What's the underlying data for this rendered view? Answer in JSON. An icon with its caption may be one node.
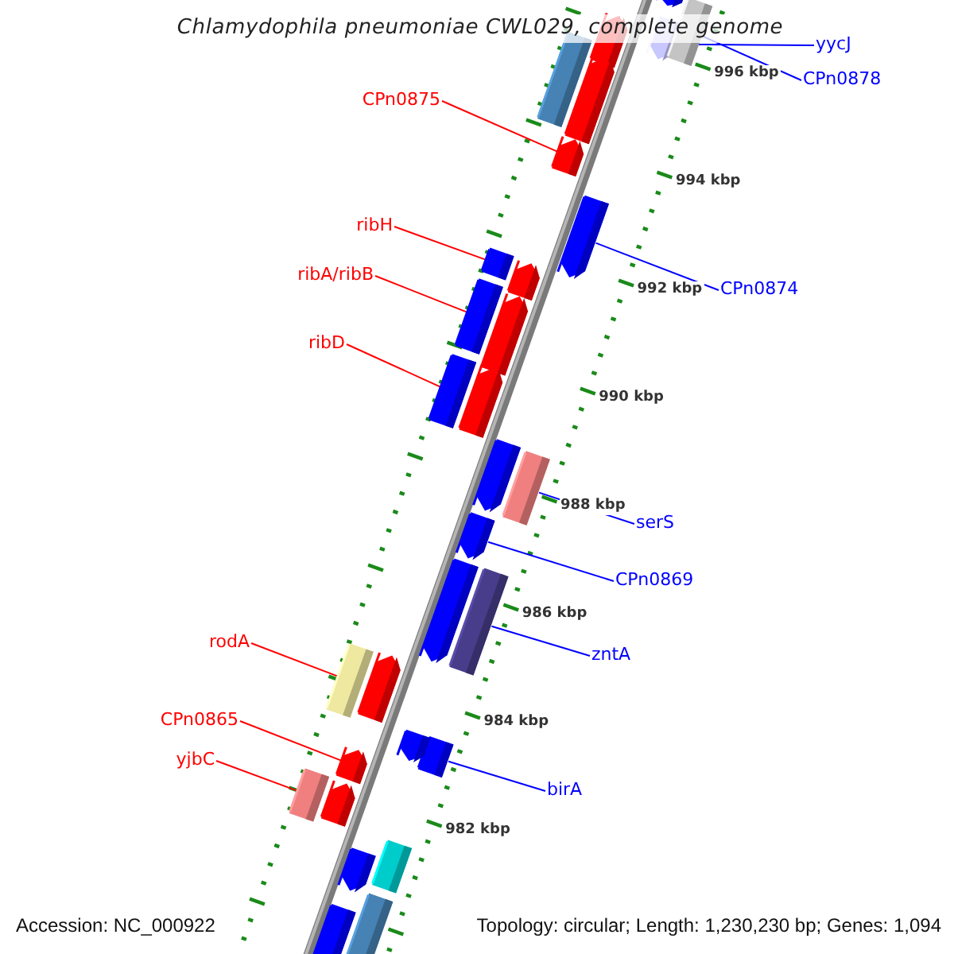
{
  "diagram": {
    "title": "Chlamydophila pneumoniae CWL029, complete genome",
    "nodes": [
      {
        "text": [
          "yycJ"
        ]
      },
      {
        "text": [],
        "shape": "box"
      },
      {
        "text": [
          "CPn0878"
        ]
      },
      {
        "text": [],
        "shape": "box"
      },
      {
        "text": [
          "CPn0875"
        ]
      },
      {
        "text": [],
        "shape": "box"
      },
      {
        "text": [
          "CPn0874"
        ]
      },
      {
        "text": [],
        "shape": "box"
      },
      {
        "text": [
          "ribH"
        ]
      },
      {
        "text": [],
        "shape": "box"
      },
      {
        "text": [
          "ribA/ribB"
        ]
      },
      {
        "text": [],
        "shape": "box"
      },
      {
        "text": [
          "ribD"
        ]
      },
      {
        "text": [],
        "shape": "box"
      },
      {
        "text": [
          "serS"
        ]
      },
      {
        "text": [],
        "shape": "box"
      },
      {
        "text": [
          "CPn0869"
        ]
      },
      {
        "text": [],
        "shape": "box"
      },
      {
        "text": [
          "rodA"
        ]
      },
      {
        "text": [],
        "shape": "box"
      },
      {
        "text": [
          "zntA"
        ]
      },
      {
        "text": [],
        "shape": "box"
      },
      {
        "text": [
          "CPn0865"
        ]
      },
      {
        "text": [],
        "shape": "box"
      },
      {
        "text": [
          "yjbC"
        ]
      },
      {
        "text": [],
        "shape": "box"
      },
      {
        "text": [
          "birA"
        ]
      },
      {
        "text": [],
        "shape": "box"
      },
      {
        "text": [],
        "shape": "box"
      },
      {
        "text": [],
        "shape": "box"
      },
      {
        "text": [],
        "shape": "box"
      },
      {
        "text": [],
        "shape": "box"
      },
      {
        "text": [],
        "shape": "box"
      },
      {
        "text": [],
        "shape": "box"
      },
      {
        "text": [],
        "shape": "box"
      },
      {
        "text": [],
        "shape": "box"
      },
      {
        "text": [],
        "shape": "box"
      },
      {
        "text": [],
        "shape": "box"
      },
      {
        "text": [],
        "shape": "box"
      },
      {
        "text": [],
        "shape": "box"
      },
      {
        "text": [],
        "shape": "box"
      },
      {
        "text": [],
        "shape": "box"
      },
      {
        "text": [],
        "shape": "box"
      },
      {
        "text": [],
        "shape": "box"
      }
    ],
    "edges": [
      {
        "from": 0,
        "to": 1,
        "arrow": "none",
        "color": "#0000ff"
      },
      {
        "from": 2,
        "to": 3,
        "arrow": "none",
        "color": "#0000ff"
      },
      {
        "from": 4,
        "to": 5,
        "arrow": "none",
        "color": "#ff0000"
      },
      {
        "from": 6,
        "to": 7,
        "arrow": "none",
        "color": "#0000ff"
      },
      {
        "from": 8,
        "to": 9,
        "arrow": "none",
        "color": "#ff0000"
      },
      {
        "from": 10,
        "to": 11,
        "arrow": "none",
        "color": "#ff0000"
      },
      {
        "from": 12,
        "to": 13,
        "arrow": "none",
        "color": "#ff0000"
      },
      {
        "from": 14,
        "to": 15,
        "arrow": "none",
        "color": "#0000ff"
      },
      {
        "from": 16,
        "to": 17,
        "arrow": "none",
        "color": "#0000ff"
      },
      {
        "from": 18,
        "to": 19,
        "arrow": "none",
        "color": "#ff0000"
      },
      {
        "from": 20,
        "to": 21,
        "arrow": "none",
        "color": "#0000ff"
      },
      {
        "from": 22,
        "to": 23,
        "arrow": "none",
        "color": "#ff0000"
      },
      {
        "from": 24,
        "to": 25,
        "arrow": "none",
        "color": "#ff0000"
      },
      {
        "from": 26,
        "to": 27,
        "arrow": "none",
        "color": "#0000ff"
      }
    ],
    "labels": [
      "996 kbp",
      "994 kbp",
      "992 kbp",
      "990 kbp",
      "988 kbp",
      "986 kbp",
      "984 kbp",
      "982 kbp",
      "Accession: NC_000922",
      "Topology: circular; Length: 1,230,230 bp; Genes: 1,094"
    ]
  }
}
